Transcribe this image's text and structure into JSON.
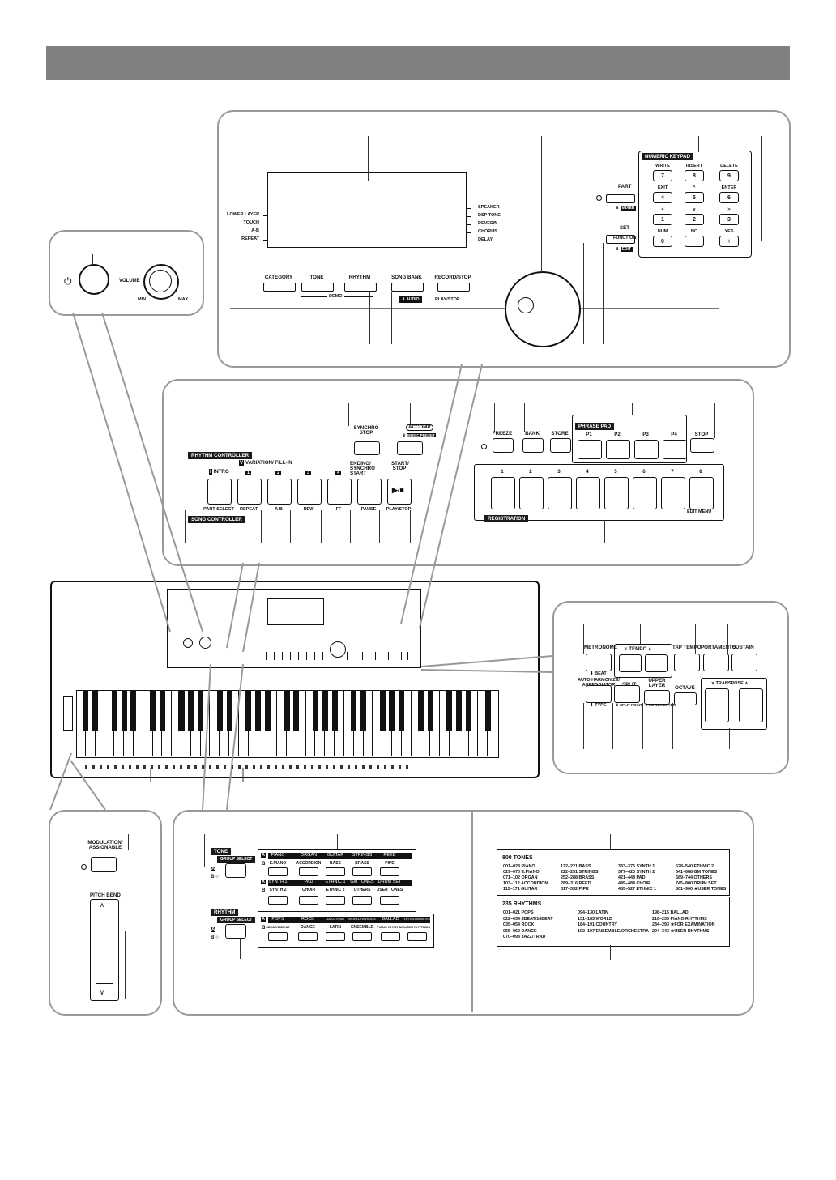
{
  "page": {
    "header_bar": ""
  },
  "power_panel": {
    "volume": "VOLUME",
    "min": "MIN",
    "max": "MAX"
  },
  "top_panel": {
    "lcd_left": [
      "LOWER LAYER",
      "TOUCH",
      "A-B",
      "REPEAT"
    ],
    "lcd_right": [
      "SPEAKER",
      "DSP TONE",
      "REVERB",
      "CHORUS",
      "DELAY"
    ],
    "buttons": [
      "CATEGORY",
      "TONE",
      "RHYTHM",
      "SONG BANK",
      "RECORD/STOP"
    ],
    "demo": "DEMO",
    "audio": "AUDIO",
    "play_stop": "PLAY/STOP",
    "part": "PART",
    "mixer": "MIXER",
    "set": "SET",
    "function": "FUNCTION",
    "edit": "EDIT",
    "keypad_title": "NUMERIC KEYPAD",
    "keypad": [
      {
        "label": "WRITE",
        "key": "7"
      },
      {
        "label": "INSERT",
        "key": "8"
      },
      {
        "label": "DELETE",
        "key": "9"
      },
      {
        "label": "EXIT",
        "key": "4"
      },
      {
        "label": "^",
        "key": "5"
      },
      {
        "label": "ENTER",
        "key": "6"
      },
      {
        "label": "<",
        "key": "1"
      },
      {
        "label": "v",
        "key": "2"
      },
      {
        "label": ">",
        "key": "3"
      },
      {
        "label": "NUM",
        "key": "0"
      },
      {
        "label": "NO",
        "key": "−"
      },
      {
        "label": "YES",
        "key": "+"
      }
    ]
  },
  "rhythm_panel": {
    "synchro_stop": "SYNCHRO STOP",
    "accomp": "ACCOMP",
    "music_preset": "MUSIC PRESET",
    "rhythm_controller": "RHYTHM CONTROLLER",
    "variation_fill": "VARIATION/ FILL-IN",
    "intro": "INTRO",
    "num_labels": [
      "1",
      "2",
      "3",
      "4"
    ],
    "ending": "ENDING/ SYNCHRO START",
    "start_stop": "START/ STOP",
    "song_controller": "SONG CONTROLLER",
    "lower": [
      "PART SELECT",
      "REPEAT",
      "A-B",
      "REW",
      "FF",
      "PAUSE",
      "PLAY/STOP"
    ]
  },
  "registration_panel": {
    "freeze": "FREEZE",
    "bank": "BANK",
    "store": "STORE",
    "phrase_pad": "PHRASE PAD",
    "pads": [
      "P1",
      "P2",
      "P3",
      "P4"
    ],
    "stop": "STOP",
    "reg_numbers": [
      "1",
      "2",
      "3",
      "4",
      "5",
      "6",
      "7",
      "8"
    ],
    "edit_menu": "EDIT MENU",
    "registration": "REGISTRATION"
  },
  "right_panel": {
    "metronome": "METRONOME",
    "beat": "BEAT",
    "tempo": "TEMPO",
    "tap_tempo": "TAP TEMPO",
    "portamento": "PORTAMENTO",
    "sustain": "SUSTAIN",
    "auto_harmonize": "AUTO HARMONIZE/ ARPEGGIATOR",
    "type": "TYPE",
    "split": "SPLIT",
    "split_point": "SPLIT POINT",
    "upper_layer": "UPPER LAYER",
    "lower_layer": "LOWER LAYER",
    "octave": "OCTAVE",
    "transpose": "TRANSPOSE"
  },
  "wheel_panel": {
    "modulation": "MODULATION/ ASSIGNABLE",
    "pitch_bend": "PITCH BEND"
  },
  "group_panel": {
    "tone": "TONE",
    "rhythm": "RHYTHM",
    "group_select": "GROUP SELECT",
    "tone_a": [
      "PIANO",
      "ORGAN",
      "GUITAR",
      "STRINGS",
      "REED"
    ],
    "tone_b": [
      "E.PIANO",
      "ACCORDION",
      "BASS",
      "BRASS",
      "PIPE"
    ],
    "tone_a2": [
      "SYNTH 1",
      "PAD",
      "ETHNIC 1",
      "GM TONES",
      "DRUM SET"
    ],
    "tone_b2": [
      "SYNTH 2",
      "CHOIR",
      "ETHNIC 2",
      "OTHERS",
      "USER TONES"
    ],
    "rhythm_a": [
      "POPS",
      "ROCK",
      "JAZZ/TRAD",
      "WORLD/VARIOUS",
      "BALLAD",
      "FOR EXAMINATION"
    ],
    "rhythm_b": [
      "8BEAT/16BEAT",
      "DANCE",
      "LATIN",
      "ENSEMBLE",
      "PIANO RHYTHMS",
      "USER RHYTHMS"
    ]
  },
  "tones_list": {
    "title": "800 TONES",
    "col1": [
      "001–028 PIANO",
      "029–070 E.PIANO",
      "071–102 ORGAN",
      "103–112 ACCORDION",
      "113–171 GUITAR"
    ],
    "col2": [
      "172–221 BASS",
      "222–251 STRINGS",
      "252–288 BRASS",
      "289–316 REED",
      "317–332 PIPE"
    ],
    "col3": [
      "333–376 SYNTH 1",
      "377–420 SYNTH 2",
      "421–448 PAD",
      "449–484 CHOIR",
      "485–527 ETHNIC 1"
    ],
    "col4": [
      "528–540 ETHNIC 2",
      "541–688 GM TONES",
      "689–744 OTHERS",
      "745–800 DRUM SET",
      "801–900 ★USER TONES"
    ]
  },
  "rhythms_list": {
    "title": "235 RHYTHMS",
    "col1": [
      "001–021 POPS",
      "022–034 8BEAT/16BEAT",
      "035–054 ROCK",
      "055–069 DANCE",
      "070–093 JAZZ/TRAD"
    ],
    "col2": [
      "094–130 LATIN",
      "131–183 WORLD",
      "184–191 COUNTRY",
      "192–197 ENSEMBLE/ORCHESTRA"
    ],
    "col3": [
      "198–215 BALLAD",
      "216–235 PIANO RHYTHMS",
      "234–293 ★FOR EXAMINATION",
      "294–343 ★USER RHYTHMS"
    ]
  }
}
